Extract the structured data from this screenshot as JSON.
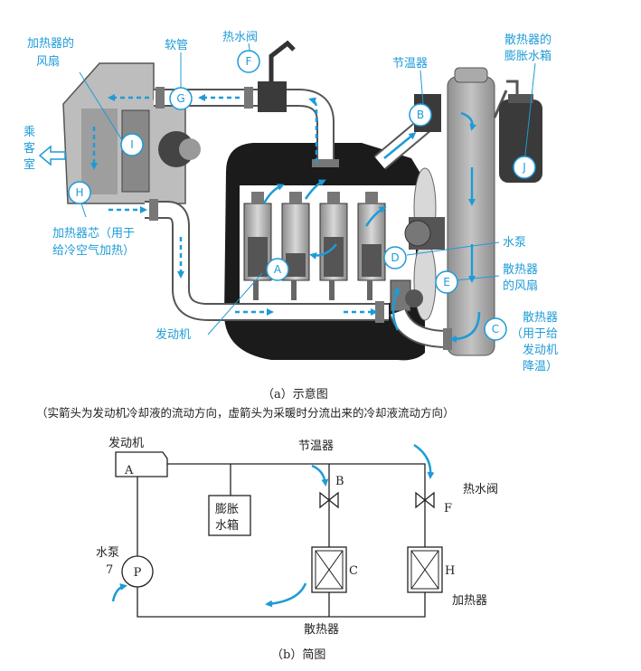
{
  "part_a": {
    "labels": {
      "heater_fan": [
        "加热器的",
        "风扇"
      ],
      "hose": "软管",
      "heater_valve": "热水阀",
      "thermostat": "节温器",
      "expansion_tank": [
        "散热器的",
        "膨胀水箱"
      ],
      "cabin": [
        "乘",
        "客",
        "室"
      ],
      "heater_core": [
        "加热器芯（用于",
        "给冷空气加热）"
      ],
      "water_pump": "水泵",
      "radiator_fan": [
        "散热器",
        "的风扇"
      ],
      "radiator": [
        "散热器",
        "（用于给",
        "发动机",
        "降温）"
      ],
      "engine": "发动机"
    },
    "markers": [
      "A",
      "B",
      "C",
      "D",
      "E",
      "F",
      "G",
      "H",
      "I",
      "J"
    ],
    "caption": "（a）示意图",
    "note": "（实箭头为发动机冷却液的流动方向，虚箭头为采暖时分流出来的冷却液流动方向）"
  },
  "part_b": {
    "labels": {
      "engine": "发动机",
      "engine_letter": "A",
      "expansion_tank": [
        "膨胀",
        "水箱"
      ],
      "thermostat": "节温器",
      "thermostat_letter": "B",
      "heater_valve": "热水阀",
      "heater_valve_letter": "F",
      "water_pump": [
        "水泵",
        "7"
      ],
      "pump_letter": "P",
      "radiator_letter": "C",
      "heater_letter": "H",
      "heater": "加热器",
      "radiator": "散热器"
    },
    "caption": "（b）简图"
  },
  "colors": {
    "accent": "#1e9bd7",
    "dark": "#222222",
    "metal": "#8a8a8a"
  }
}
